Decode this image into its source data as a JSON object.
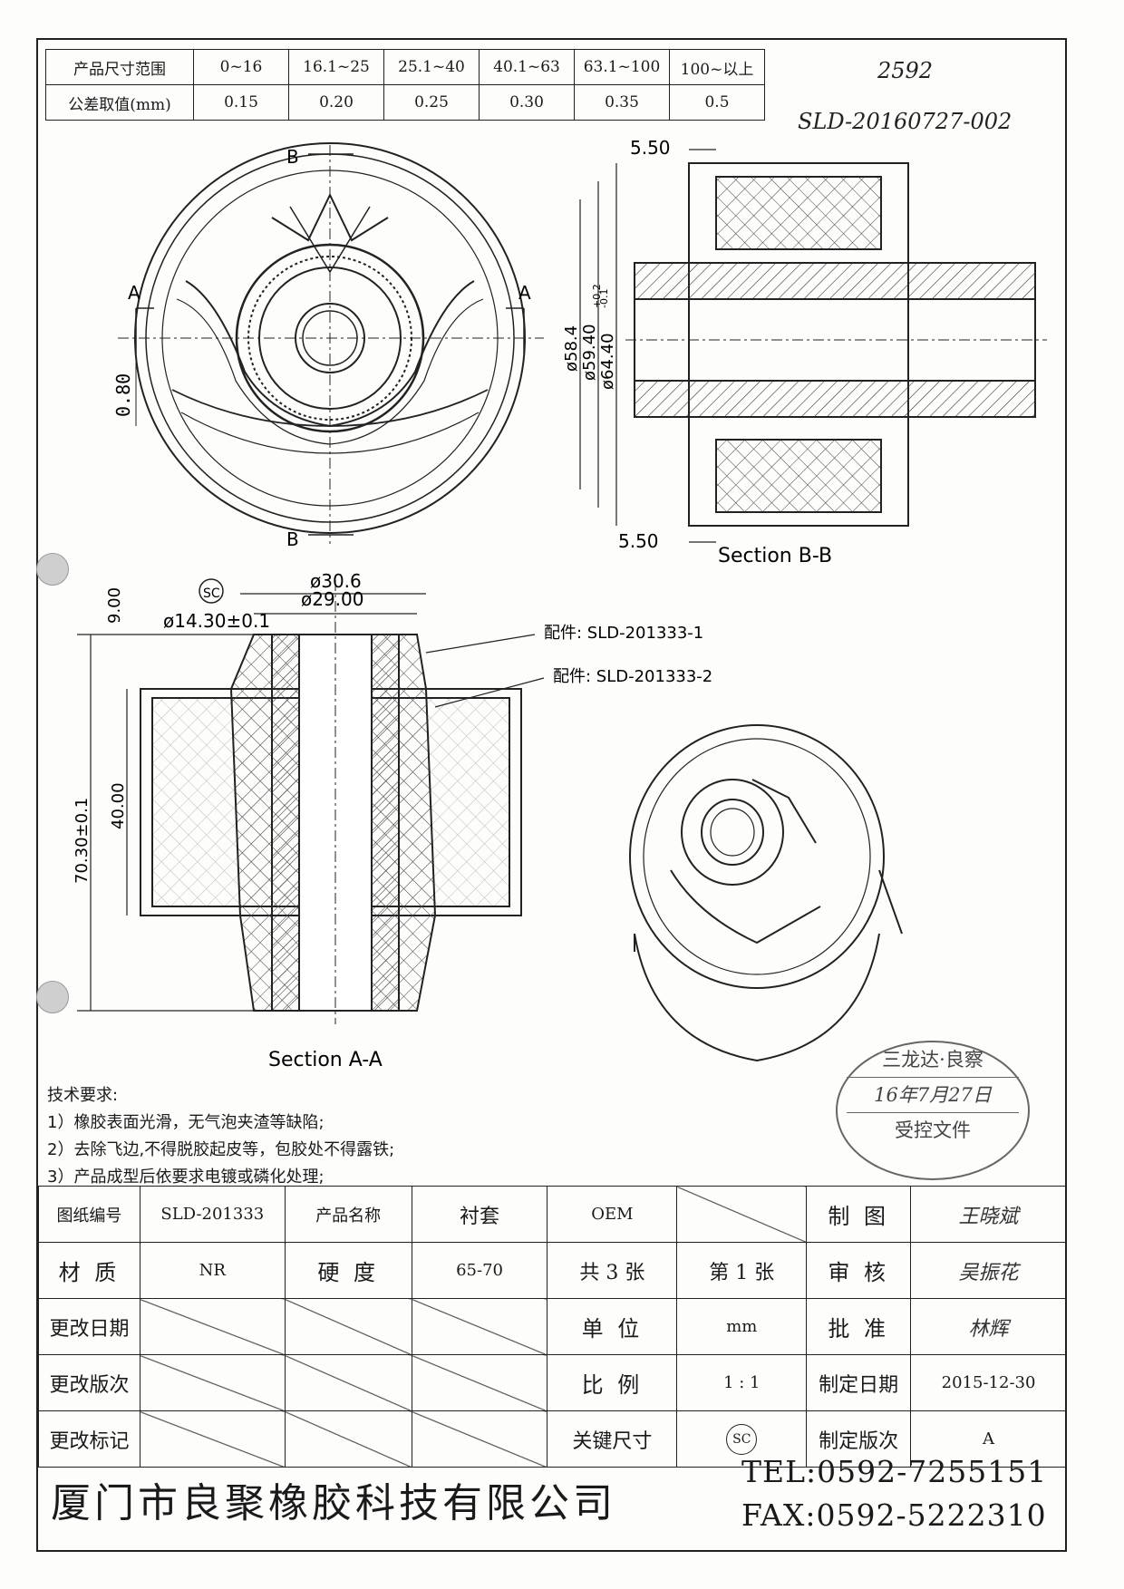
{
  "tolerance_table": {
    "header_row": [
      "产品尺寸范围",
      "0~16",
      "16.1~25",
      "25.1~40",
      "40.1~63",
      "63.1~100",
      "100~以上"
    ],
    "value_row": [
      "公差取值(mm)",
      "0.15",
      "0.20",
      "0.25",
      "0.30",
      "0.35",
      "0.5"
    ]
  },
  "handwritten": {
    "number": "2592",
    "doc_code": "SLD-20160727-002"
  },
  "front_view": {
    "section_a": "A",
    "section_b": "B",
    "dim_offset": "0.80"
  },
  "section_bb": {
    "dim_top": "5.50",
    "dim_bottom": "5.50",
    "dia_outer": "ø64.40",
    "dia_outer_tol_plus": "+0.2",
    "dia_outer_tol_minus": "-0.1",
    "dia_mid": "ø59.40",
    "dia_inner": "ø58.4",
    "title": "Section B-B"
  },
  "section_aa": {
    "sc_mark": "SC",
    "dim_top": "9.00",
    "dia_30": "ø30.6",
    "dia_29": "ø29.00",
    "dia_14": "ø14.30±0.1",
    "dim_40": "40.00",
    "dim_70": "70.30±0.1",
    "title": "Section A-A",
    "part1": "配件: SLD-201333-1",
    "part2": "配件: SLD-201333-2"
  },
  "notes": {
    "title": "技术要求:",
    "items": [
      "1）橡胶表面光滑，无气泡夹渣等缺陷;",
      "2）去除飞边,不得脱胶起皮等，包胶处不得露铁;",
      "3）产品成型后依要求电镀或磷化处理;"
    ]
  },
  "stamp": {
    "line1": "三龙达·良察",
    "line2": "16年7月27日",
    "line3": "受控文件"
  },
  "title_block": {
    "drawing_no_label": "图纸编号",
    "drawing_no": "SLD-201333",
    "product_name_label": "产品名称",
    "product_name": "衬套",
    "oem": "OEM",
    "drawn_label": "制 图",
    "drawn_sig": "王晓斌",
    "material_label": "材 质",
    "material": "NR",
    "hardness_label": "硬 度",
    "hardness": "65-70",
    "sheets_total": "共 3 张",
    "sheet_no": "第 1 张",
    "review_label": "审 核",
    "review_sig": "吴振花",
    "change_date_label": "更改日期",
    "unit_label": "单 位",
    "unit": "mm",
    "approve_label": "批 准",
    "approve_sig": "林辉",
    "change_rev_label": "更改版次",
    "scale_label": "比 例",
    "scale": "1 : 1",
    "made_date_label": "制定日期",
    "made_date": "2015-12-30",
    "change_mark_label": "更改标记",
    "key_dim_label": "关键尺寸",
    "key_dim_symbol": "SC",
    "made_rev_label": "制定版次",
    "made_rev": "A"
  },
  "company": {
    "name": "厦门市良聚橡胶科技有限公司",
    "tel": "TEL:0592-7255151",
    "fax": "FAX:0592-5222310"
  }
}
